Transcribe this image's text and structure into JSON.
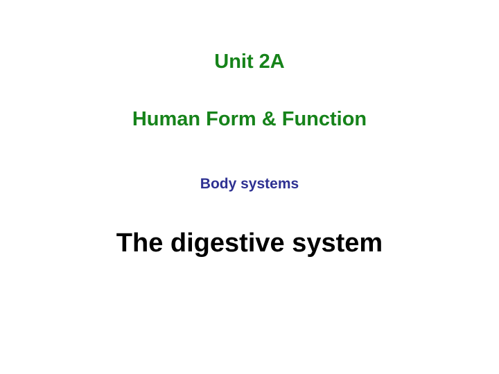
{
  "slide": {
    "unit": "Unit 2A",
    "course": "Human Form & Function",
    "section": "Body systems",
    "title": "The digestive system"
  },
  "colors": {
    "heading_green": "#16831a",
    "section_blue": "#2e3192",
    "title_black": "#000000",
    "background": "#ffffff"
  }
}
